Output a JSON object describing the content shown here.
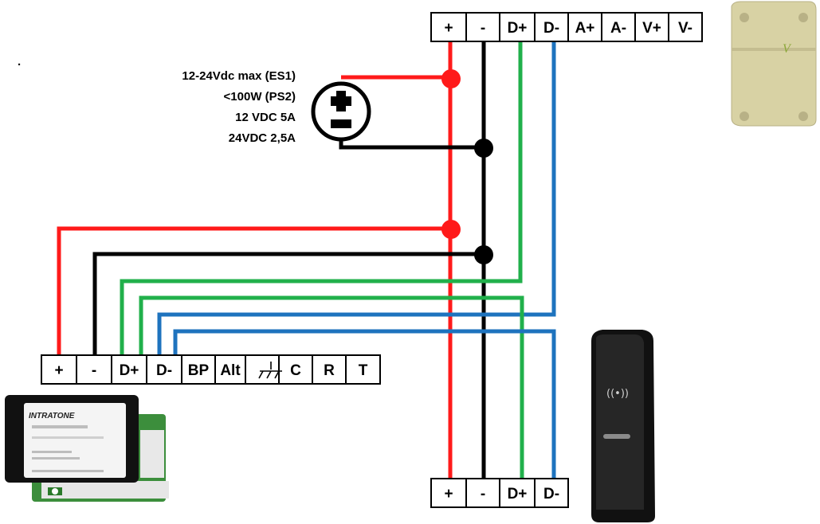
{
  "colors": {
    "positive": "#ff1a1a",
    "negative": "#000000",
    "data_plus": "#21b04b",
    "data_minus": "#1e73be"
  },
  "stray_mark": ".",
  "power_supply": {
    "lines": [
      "12-24Vdc max (ES1)",
      "<100W (PS2)",
      "12 VDC 5A",
      "24VDC 2,5A"
    ],
    "icon": "dc-power-supply-icon"
  },
  "terminal_top": [
    "+",
    "-",
    "D+",
    "D-",
    "A+",
    "A-",
    "V+",
    "V-"
  ],
  "terminal_left": [
    "+",
    "-",
    "D+",
    "D-",
    "BP",
    "Alt",
    "",
    "C",
    "R",
    "T"
  ],
  "terminal_bottom": [
    "+",
    "-",
    "D+",
    "D-"
  ],
  "devices": {
    "central": {
      "icon": "intratone-central-module-icon",
      "brand": "INTRATONE"
    },
    "module": {
      "icon": "wall-module-icon"
    },
    "reader": {
      "icon": "rfid-reader-icon",
      "symbol": "((•))"
    }
  }
}
